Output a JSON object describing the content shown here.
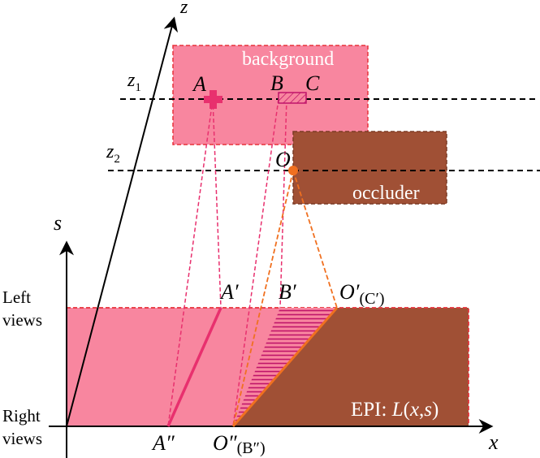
{
  "colors": {
    "background_fill": "#f8869f",
    "background_border": "#e8303a",
    "occluder_fill": "#a05035",
    "occluder_border": "#7a3a25",
    "pink_line": "#e8306e",
    "orange_line": "#f07020",
    "axis": "#000000",
    "label_white": "#ffffff"
  },
  "labels": {
    "z_axis": "z",
    "s_axis": "s",
    "x_axis": "x",
    "z1": "z",
    "z1_sub": "1",
    "z2": "z",
    "z2_sub": "2",
    "background": "background",
    "occluder": "occluder",
    "A": "A",
    "B": "B",
    "C": "C",
    "O": "O",
    "A_prime": "A′",
    "B_prime": "B′",
    "O_prime": "O′",
    "O_prime_sub": "(C′)",
    "A_dprime": "A″",
    "O_dprime": "O″",
    "O_dprime_sub": "(B″)",
    "left_views_1": "Left",
    "left_views_2": "views",
    "right_views_1": "Right",
    "right_views_2": "views",
    "epi_prefix": "EPI: ",
    "epi_L": "L",
    "epi_open": "(",
    "epi_x": "x",
    "epi_comma": ",",
    "epi_s": "s",
    "epi_close": ")"
  },
  "icons": {
    "point_A": "plus-marker",
    "point_O": "dot-marker",
    "region_BC": "hatched-segment"
  }
}
